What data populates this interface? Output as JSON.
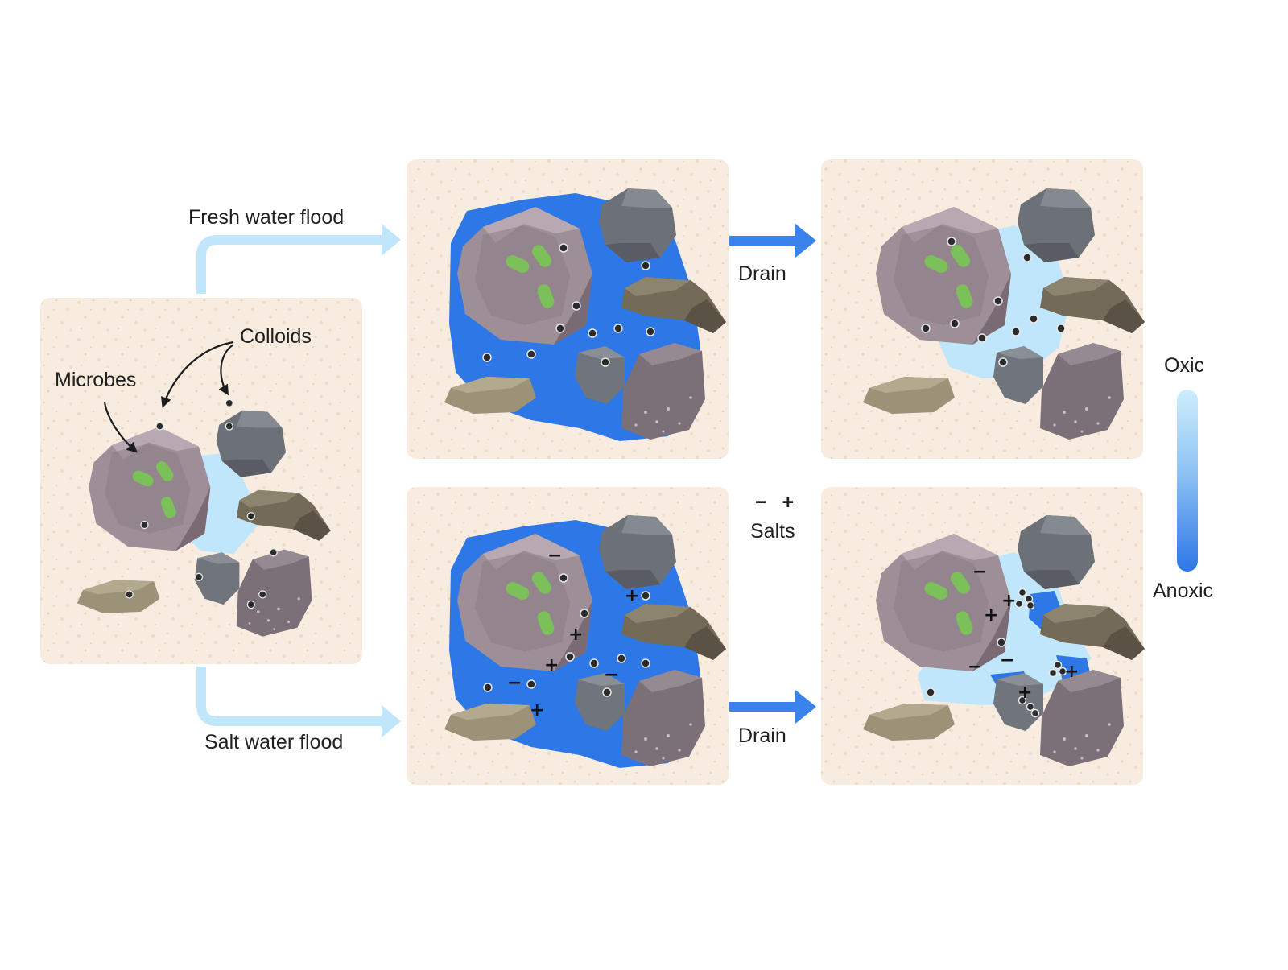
{
  "labels": {
    "fresh_flood": "Fresh water flood",
    "salt_flood": "Salt water flood",
    "drain_top": "Drain",
    "drain_bottom": "Drain",
    "colloids": "Colloids",
    "microbes": "Microbes",
    "salts": "Salts",
    "salt_signs": "− +",
    "oxic": "Oxic",
    "anoxic": "Anoxic"
  },
  "colors": {
    "soil_background": "#f7ecdf",
    "flood_water": "#2d77e6",
    "drained_water": "#bfe6fb",
    "flood_arrow": "#bfe6fb",
    "drain_arrow": "#3a82ec",
    "microbe": "#7cc05a",
    "gradient_oxic": "#cdeefc",
    "gradient_anoxic": "#2d77e6"
  }
}
